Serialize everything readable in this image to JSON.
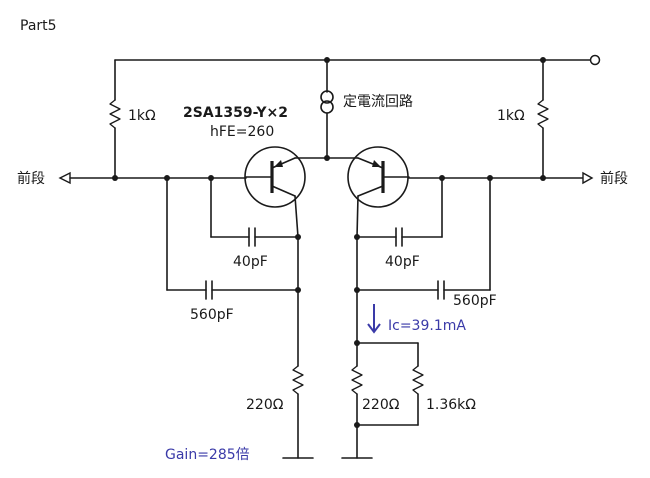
{
  "title": "Part5",
  "transistor": {
    "name": "2SA1359-Y×2",
    "hfe": "hFE=260"
  },
  "current_source_label": "定電流回路",
  "left": {
    "load_resistor": "1kΩ",
    "input_label": "前段",
    "feedback_cap_small": "40pF",
    "feedback_cap_large": "560pF",
    "emitter_resistor": "220Ω"
  },
  "right": {
    "load_resistor": "1kΩ",
    "output_label": "前段",
    "feedback_cap_small": "40pF",
    "feedback_cap_large": "560pF",
    "emitter_resistor": "220Ω",
    "parallel_resistor": "1.36kΩ",
    "collector_current": "Ic=39.1mA"
  },
  "gain": "Gain=285倍",
  "colors": {
    "wire": "#1a1a1a",
    "annotation": "#3a3aa8"
  }
}
